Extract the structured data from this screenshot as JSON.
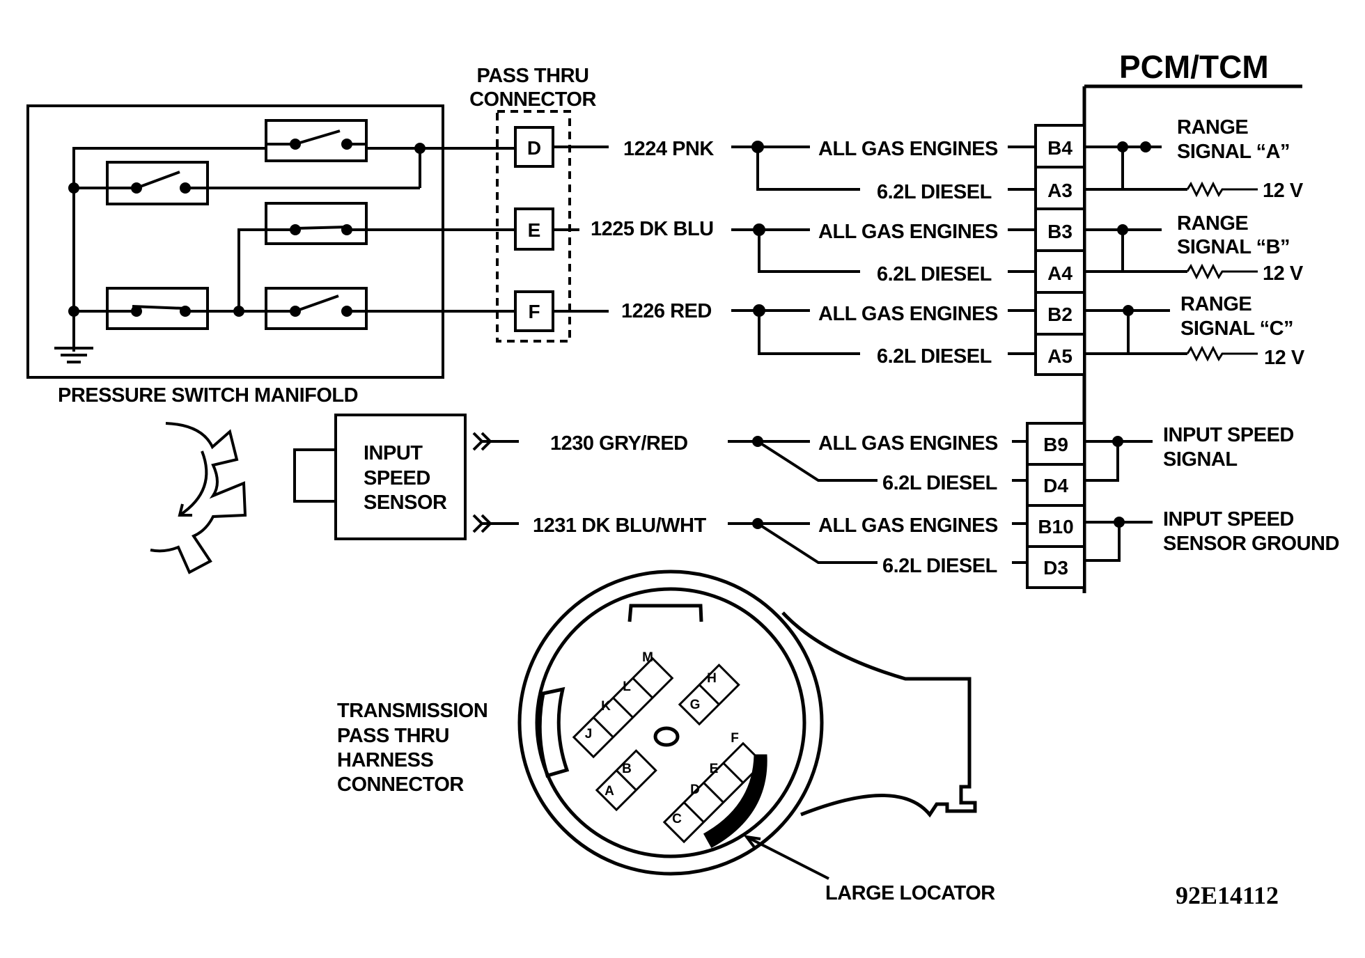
{
  "pcm": {
    "title": "PCM/TCM"
  },
  "pass_thru": {
    "line1": "PASS THRU",
    "line2": "CONNECTOR",
    "pins": [
      "D",
      "E",
      "F"
    ]
  },
  "manifold": {
    "label": "PRESSURE SWITCH MANIFOLD"
  },
  "sensor": {
    "line1": "INPUT",
    "line2": "SPEED",
    "line3": "SENSOR"
  },
  "circuits": [
    {
      "wire": "1224 PNK",
      "gas": "ALL GAS ENGINES",
      "diesel": "6.2L DIESEL",
      "pin_gas": "B4",
      "pin_diesel": "A3"
    },
    {
      "wire": "1225 DK BLU",
      "gas": "ALL GAS ENGINES",
      "diesel": "6.2L DIESEL",
      "pin_gas": "B3",
      "pin_diesel": "A4"
    },
    {
      "wire": "1226 RED",
      "gas": "ALL GAS ENGINES",
      "diesel": "6.2L DIESEL",
      "pin_gas": "B2",
      "pin_diesel": "A5"
    },
    {
      "wire": "1230 GRY/RED",
      "gas": "ALL GAS ENGINES",
      "diesel": "6.2L DIESEL",
      "pin_gas": "B9",
      "pin_diesel": "D4"
    },
    {
      "wire": "1231 DK BLU/WHT",
      "gas": "ALL GAS ENGINES",
      "diesel": "6.2L DIESEL",
      "pin_gas": "B10",
      "pin_diesel": "D3"
    }
  ],
  "signals": [
    {
      "line1": "RANGE",
      "line2": "SIGNAL “A”",
      "voltage": "12 V"
    },
    {
      "line1": "RANGE",
      "line2": "SIGNAL “B”",
      "voltage": "12 V"
    },
    {
      "line1": "RANGE",
      "line2": "SIGNAL “C”",
      "voltage": "12 V"
    },
    {
      "line1": "INPUT SPEED",
      "line2": "SIGNAL"
    },
    {
      "line1": "INPUT SPEED",
      "line2": "SENSOR GROUND"
    }
  ],
  "harness": {
    "label_lines": [
      "TRANSMISSION",
      "PASS THRU",
      "HARNESS",
      "CONNECTOR"
    ],
    "locator": "LARGE LOCATOR",
    "pins": [
      "M",
      "L",
      "K",
      "J",
      "H",
      "G",
      "B",
      "A",
      "F",
      "E",
      "D",
      "C"
    ]
  },
  "figure_id": "92E14112"
}
